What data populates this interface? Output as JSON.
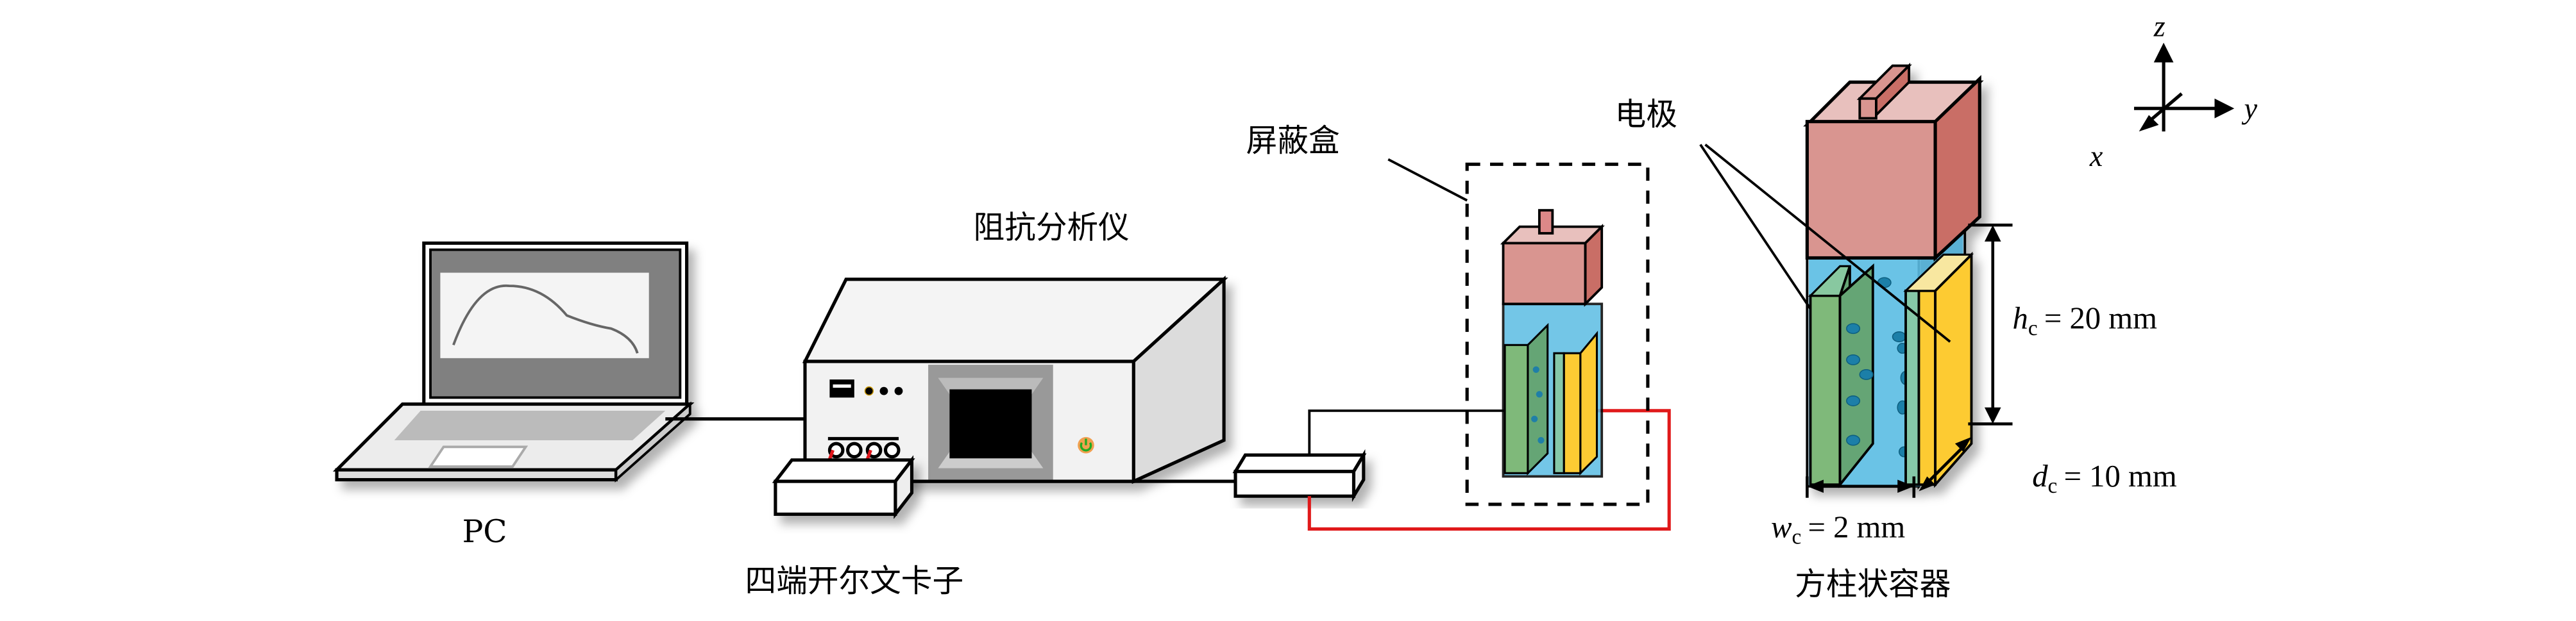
{
  "labels": {
    "pc": "PC",
    "impedance_analyzer": "阻抗分析仪",
    "kelvin_clip": "四端开尔文卡子",
    "shield_box": "屏蔽盒",
    "electrode": "电极",
    "container": "方柱状容器"
  },
  "dimensions": {
    "h_symbol": "h",
    "h_sub": "c",
    "h_value": "= 20 mm",
    "d_symbol": "d",
    "d_sub": "c",
    "d_value": "= 10 mm",
    "w_symbol": "w",
    "w_sub": "c",
    "w_value": "= 2 mm"
  },
  "axes": {
    "x": "x",
    "y": "y",
    "z": "z"
  },
  "colors": {
    "cap_pink": "#d99590",
    "cap_dark": "#c96e66",
    "liquid_blue": "#5bbde3",
    "electrode_green": "#7fb97a",
    "electrode_yellow": "#fdcb33",
    "wire_red": "#e0191a",
    "screen_gray": "#808080"
  }
}
